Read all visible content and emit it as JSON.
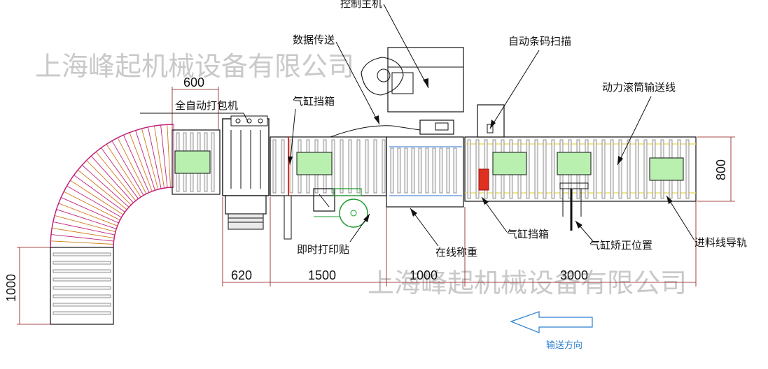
{
  "labels": {
    "control_host": "控制主机",
    "data_transfer": "数据传送",
    "auto_barcode_scanner": "自动条码扫描",
    "powered_roller_conveyor": "动力滚筒输送线",
    "auto_strapping_machine": "全自动打包机",
    "cylinder_box_stop_top": "气缸挡箱",
    "instant_print_label": "即时打印贴",
    "online_weighing": "在线称重",
    "cylinder_box_stop_bottom": "气缸挡箱",
    "cylinder_correction_position": "气缸矫正位置",
    "infeed_guide_rail": "进料线导轨",
    "conveying_direction": "输送方向"
  },
  "dimensions": {
    "strapping_width": "600",
    "gap_620": "620",
    "section_1500": "1500",
    "section_1000": "1000",
    "section_3000": "3000",
    "height_800": "800",
    "curve_leg_1000": "1000"
  },
  "watermark": {
    "top": "上海峰起机械设备有限公司",
    "bottom": "上海峰起机械设备有限公司"
  },
  "colors": {
    "line": "#111111",
    "frame": "#1a1a1a",
    "roller": "#7a7a7a",
    "box": "#b9f0b0",
    "curve_outer": "#c0227a",
    "curve_inner": "#d07a1a",
    "guide_rail": "#e8d84a",
    "stopper_red": "#e03020",
    "printer_green": "#1a9a2a",
    "arrow": "#2a7fd0",
    "watermark": "#c9c9c9"
  }
}
